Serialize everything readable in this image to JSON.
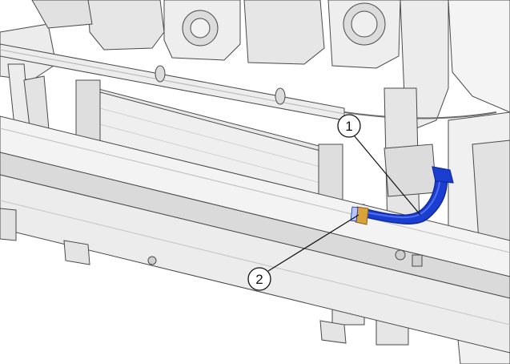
{
  "diagram": {
    "colors": {
      "background": "#ffffff",
      "part_fill": "#e6e6e6",
      "part_light": "#f2f2f2",
      "part_shadow": "#c9c9c9",
      "line": "#4a4a4a",
      "hose": "#1a3fd0",
      "hose_dark": "#0e2a9e",
      "hose_highlight": "#5c7cff",
      "clamp": "#d9a23a"
    },
    "callouts": [
      {
        "label": "1",
        "target": "coolant-hose"
      },
      {
        "label": "2",
        "target": "hose-clamp"
      }
    ]
  }
}
